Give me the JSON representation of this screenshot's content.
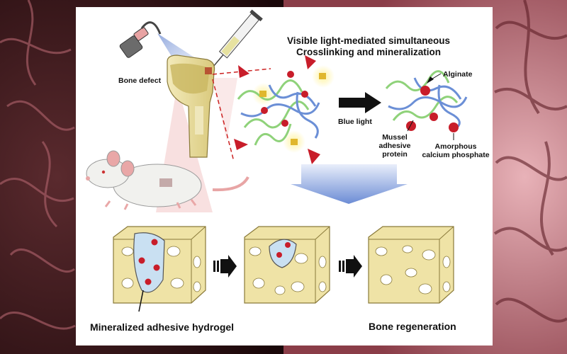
{
  "labels": {
    "bone_defect": "Bone defect",
    "title_line1": "Visible light-mediated simultaneous",
    "title_line2": "Crosslinking and mineralization",
    "blue_light": "Blue light",
    "alginate": "Alginate",
    "mussel_line1": "Mussel",
    "mussel_line2": "adhesive protein",
    "acp_line1": "Amorphous",
    "acp_line2": "calcium phosphate",
    "hydrogel": "Mineralized adhesive hydrogel",
    "regeneration": "Bone regeneration"
  },
  "icons": [
    "light-source-icon",
    "syringe-icon",
    "femur-icon",
    "rat-icon",
    "polymer-network-icon",
    "arrow-icon",
    "bone-scaffold-icon"
  ],
  "colors": {
    "alginate": "#8fd27a",
    "protein": "#6b8fd6",
    "mineral": "#c81d2a",
    "scaffold": "#efe3a6",
    "scaffold_edge": "#8a7a3a",
    "hydrogel": "#c9e0f2",
    "light_cone": "#9fb6e6",
    "highlight": "#f3c7c7"
  }
}
